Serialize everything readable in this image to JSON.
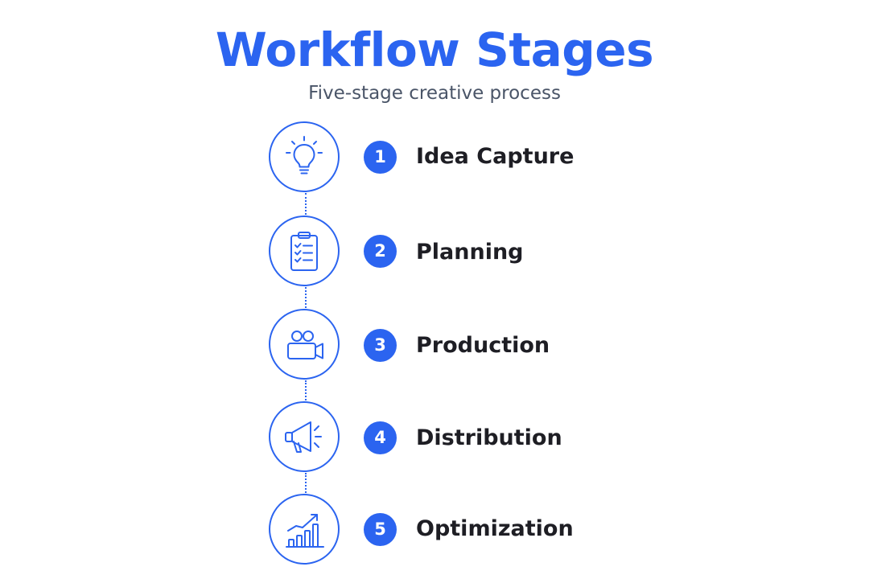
{
  "header": {
    "title": "Workflow Stages",
    "subtitle": "Five-stage creative process"
  },
  "accent_color": "#2b64f0",
  "stages": [
    {
      "number": "1",
      "label": "Idea Capture",
      "icon": "lightbulb-icon"
    },
    {
      "number": "2",
      "label": "Planning",
      "icon": "clipboard-checklist-icon"
    },
    {
      "number": "3",
      "label": "Production",
      "icon": "video-camera-icon"
    },
    {
      "number": "4",
      "label": "Distribution",
      "icon": "megaphone-icon"
    },
    {
      "number": "5",
      "label": "Optimization",
      "icon": "growth-chart-icon"
    }
  ]
}
